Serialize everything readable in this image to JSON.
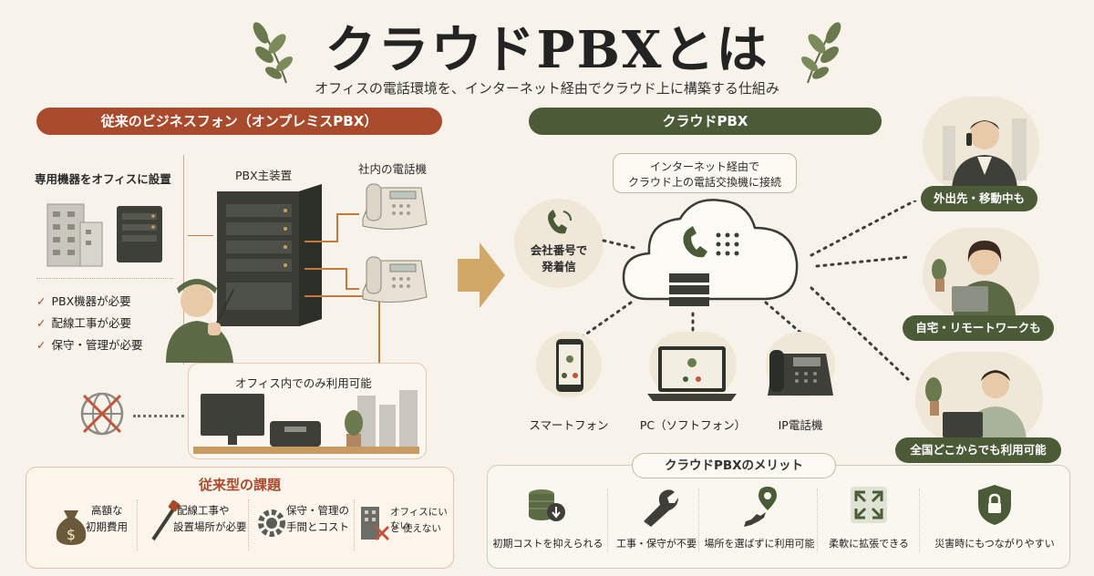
{
  "header": {
    "title": "クラウドPBXとは",
    "subtitle": "オフィスの電話環境を、インターネット経由でクラウド上に構築する仕組み"
  },
  "left": {
    "band_label": "従来のビジネスフォン（オンプレミスPBX）",
    "device_box_label": "専用機器をオフィスに設置",
    "pbx_label": "PBX主装置",
    "phones_label": "社内の電話機",
    "checks": [
      "PBX機器が必要",
      "配線工事が必要",
      "保守・管理が必要"
    ],
    "office_only_label": "オフィス内でのみ利用可能"
  },
  "issues": {
    "title": "従来型の課題",
    "items": [
      {
        "line1": "高額な",
        "line2": "初期費用"
      },
      {
        "line1": "配線工事や",
        "line2": "設置場所が必要"
      },
      {
        "line1": "保守・管理の",
        "line2": "手間とコスト"
      },
      {
        "line1": "オフィスにいない",
        "line2": "と 使えない"
      }
    ]
  },
  "right": {
    "band_label": "クラウドPBX",
    "callout_line1": "インターネット経由で",
    "callout_line2": "クラウド上の電話交換機に接続",
    "company_number_line1": "会社番号で",
    "company_number_line2": "発着信",
    "devices": [
      "スマートフォン",
      "PC（ソフトフォン）",
      "IP電話機"
    ],
    "users": [
      "外出先・移動中も",
      "自宅・リモートワークも",
      "全国どこからでも利用可能"
    ]
  },
  "merits": {
    "title": "クラウドPBXのメリット",
    "items": [
      "初期コストを抑えられる",
      "工事・保守が不要",
      "場所を選ばずに利用可能",
      "柔軟に拡張できる",
      "災害時にもつながりやすい"
    ]
  },
  "colors": {
    "accent_red": "#a94a2c",
    "accent_green": "#4b5a37",
    "background": "#f7f3ea"
  }
}
